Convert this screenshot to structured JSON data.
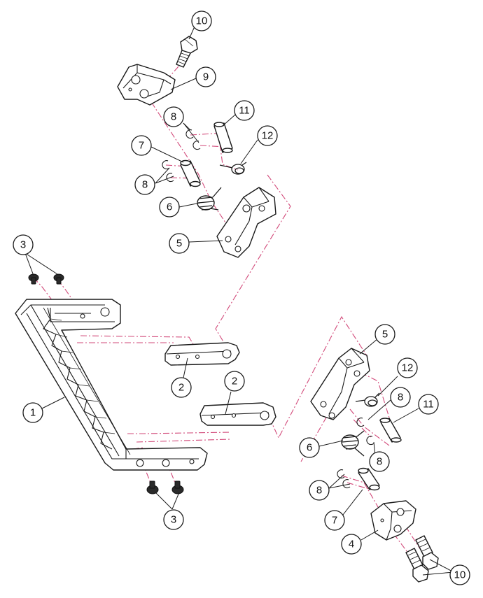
{
  "callouts": [
    {
      "id": "c10-top",
      "label": "10"
    },
    {
      "id": "c9",
      "label": "9"
    },
    {
      "id": "c11-top",
      "label": "11"
    },
    {
      "id": "c8-top-upper",
      "label": "8"
    },
    {
      "id": "c7-top",
      "label": "7"
    },
    {
      "id": "c12-top",
      "label": "12"
    },
    {
      "id": "c8-top-lower",
      "label": "8"
    },
    {
      "id": "c6-top",
      "label": "6"
    },
    {
      "id": "c5-top",
      "label": "5"
    },
    {
      "id": "c3-top",
      "label": "3"
    },
    {
      "id": "c1",
      "label": "1"
    },
    {
      "id": "c2-a",
      "label": "2"
    },
    {
      "id": "c2-b",
      "label": "2"
    },
    {
      "id": "c3-bottom",
      "label": "3"
    },
    {
      "id": "c5-bottom",
      "label": "5"
    },
    {
      "id": "c12-bottom",
      "label": "12"
    },
    {
      "id": "c8-bottom-a",
      "label": "8"
    },
    {
      "id": "c11-bottom",
      "label": "11"
    },
    {
      "id": "c6-bottom",
      "label": "6"
    },
    {
      "id": "c8-bottom-b",
      "label": "8"
    },
    {
      "id": "c8-bottom-c",
      "label": "8"
    },
    {
      "id": "c7-bottom",
      "label": "7"
    },
    {
      "id": "c4",
      "label": "4"
    },
    {
      "id": "c10-bottom",
      "label": "10"
    }
  ]
}
